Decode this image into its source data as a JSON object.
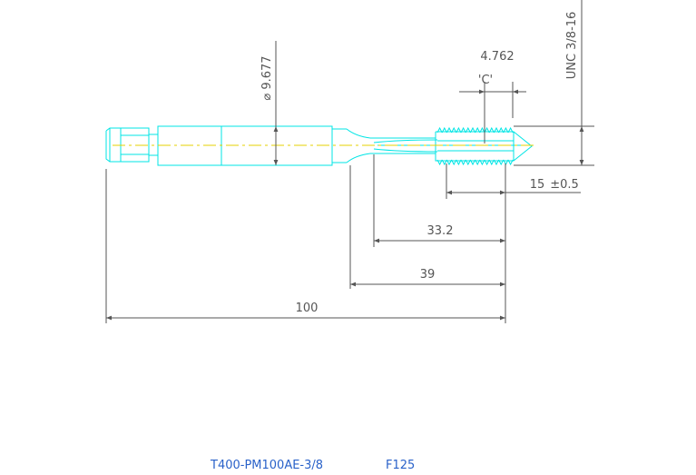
{
  "dimensions": {
    "diameter": "⌀ 9.677",
    "chamfer_size": "4.762",
    "chamfer_label": "'C'",
    "thread_spec": "UNC 3/8-16",
    "thread_length": "15",
    "thread_tolerance": "±0.5",
    "flute_length": "33.2",
    "neck_length": "39",
    "overall_length": "100"
  },
  "title_block": {
    "part_number": "T400-PM100AE-3/8",
    "code": "F125"
  },
  "colors": {
    "outline": "#00e5e5",
    "dimension": "#555555",
    "centerline": "#e5d100",
    "title": "#2a62c9"
  }
}
